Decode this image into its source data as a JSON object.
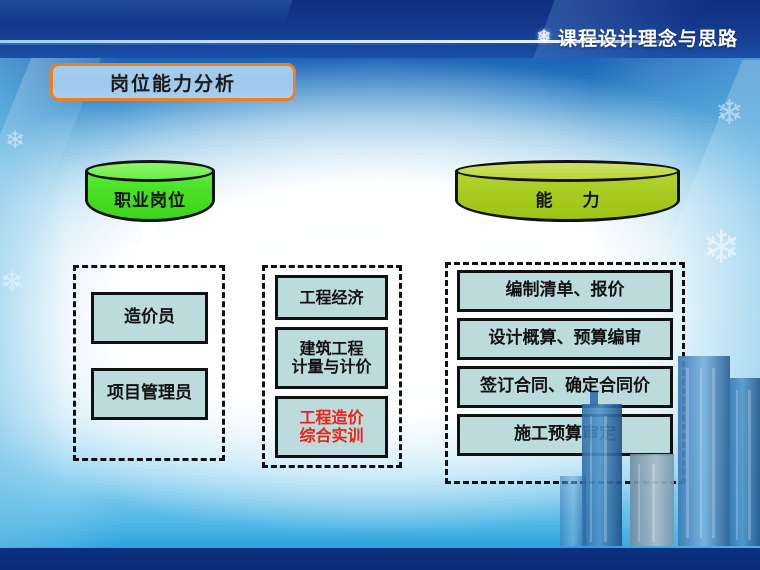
{
  "header": {
    "title": "课程设计理念与思路",
    "snowflake_icon": "snowflake-icon"
  },
  "subtitle": {
    "label": "岗位能力分析"
  },
  "nodes": {
    "job_source": "职业岗位",
    "ability_source": "能    力"
  },
  "groups": {
    "jobs": {
      "items": [
        "造价员",
        "项目管理员"
      ]
    },
    "courses": {
      "items": [
        "工程经济",
        "建筑工程\n计量与计价",
        "工程造价\n综合实训"
      ]
    },
    "abilities": {
      "items": [
        "编制清单、报价",
        "设计概算、预算编审",
        "签订合同、确定合同价",
        "施工预算审定"
      ]
    }
  },
  "colors": {
    "accent_orange": "#ef7f1f",
    "banner_blue": "#12378c",
    "cylinder_green": "#49e026",
    "cylinder_olive": "#a9cc22",
    "chip_fill": "#bcdbdd",
    "highlight_red": "#ef2115",
    "subtitle_fill": "#9ec8ec"
  },
  "arrows": {
    "down_left": "down-arrow",
    "down_right": "down-arrow",
    "right_1": "right-arrow",
    "right_2": "right-arrow"
  },
  "decor": {
    "snowflakes": [
      "❄",
      "❄",
      "❄",
      "❄",
      "❄",
      "❄"
    ]
  }
}
